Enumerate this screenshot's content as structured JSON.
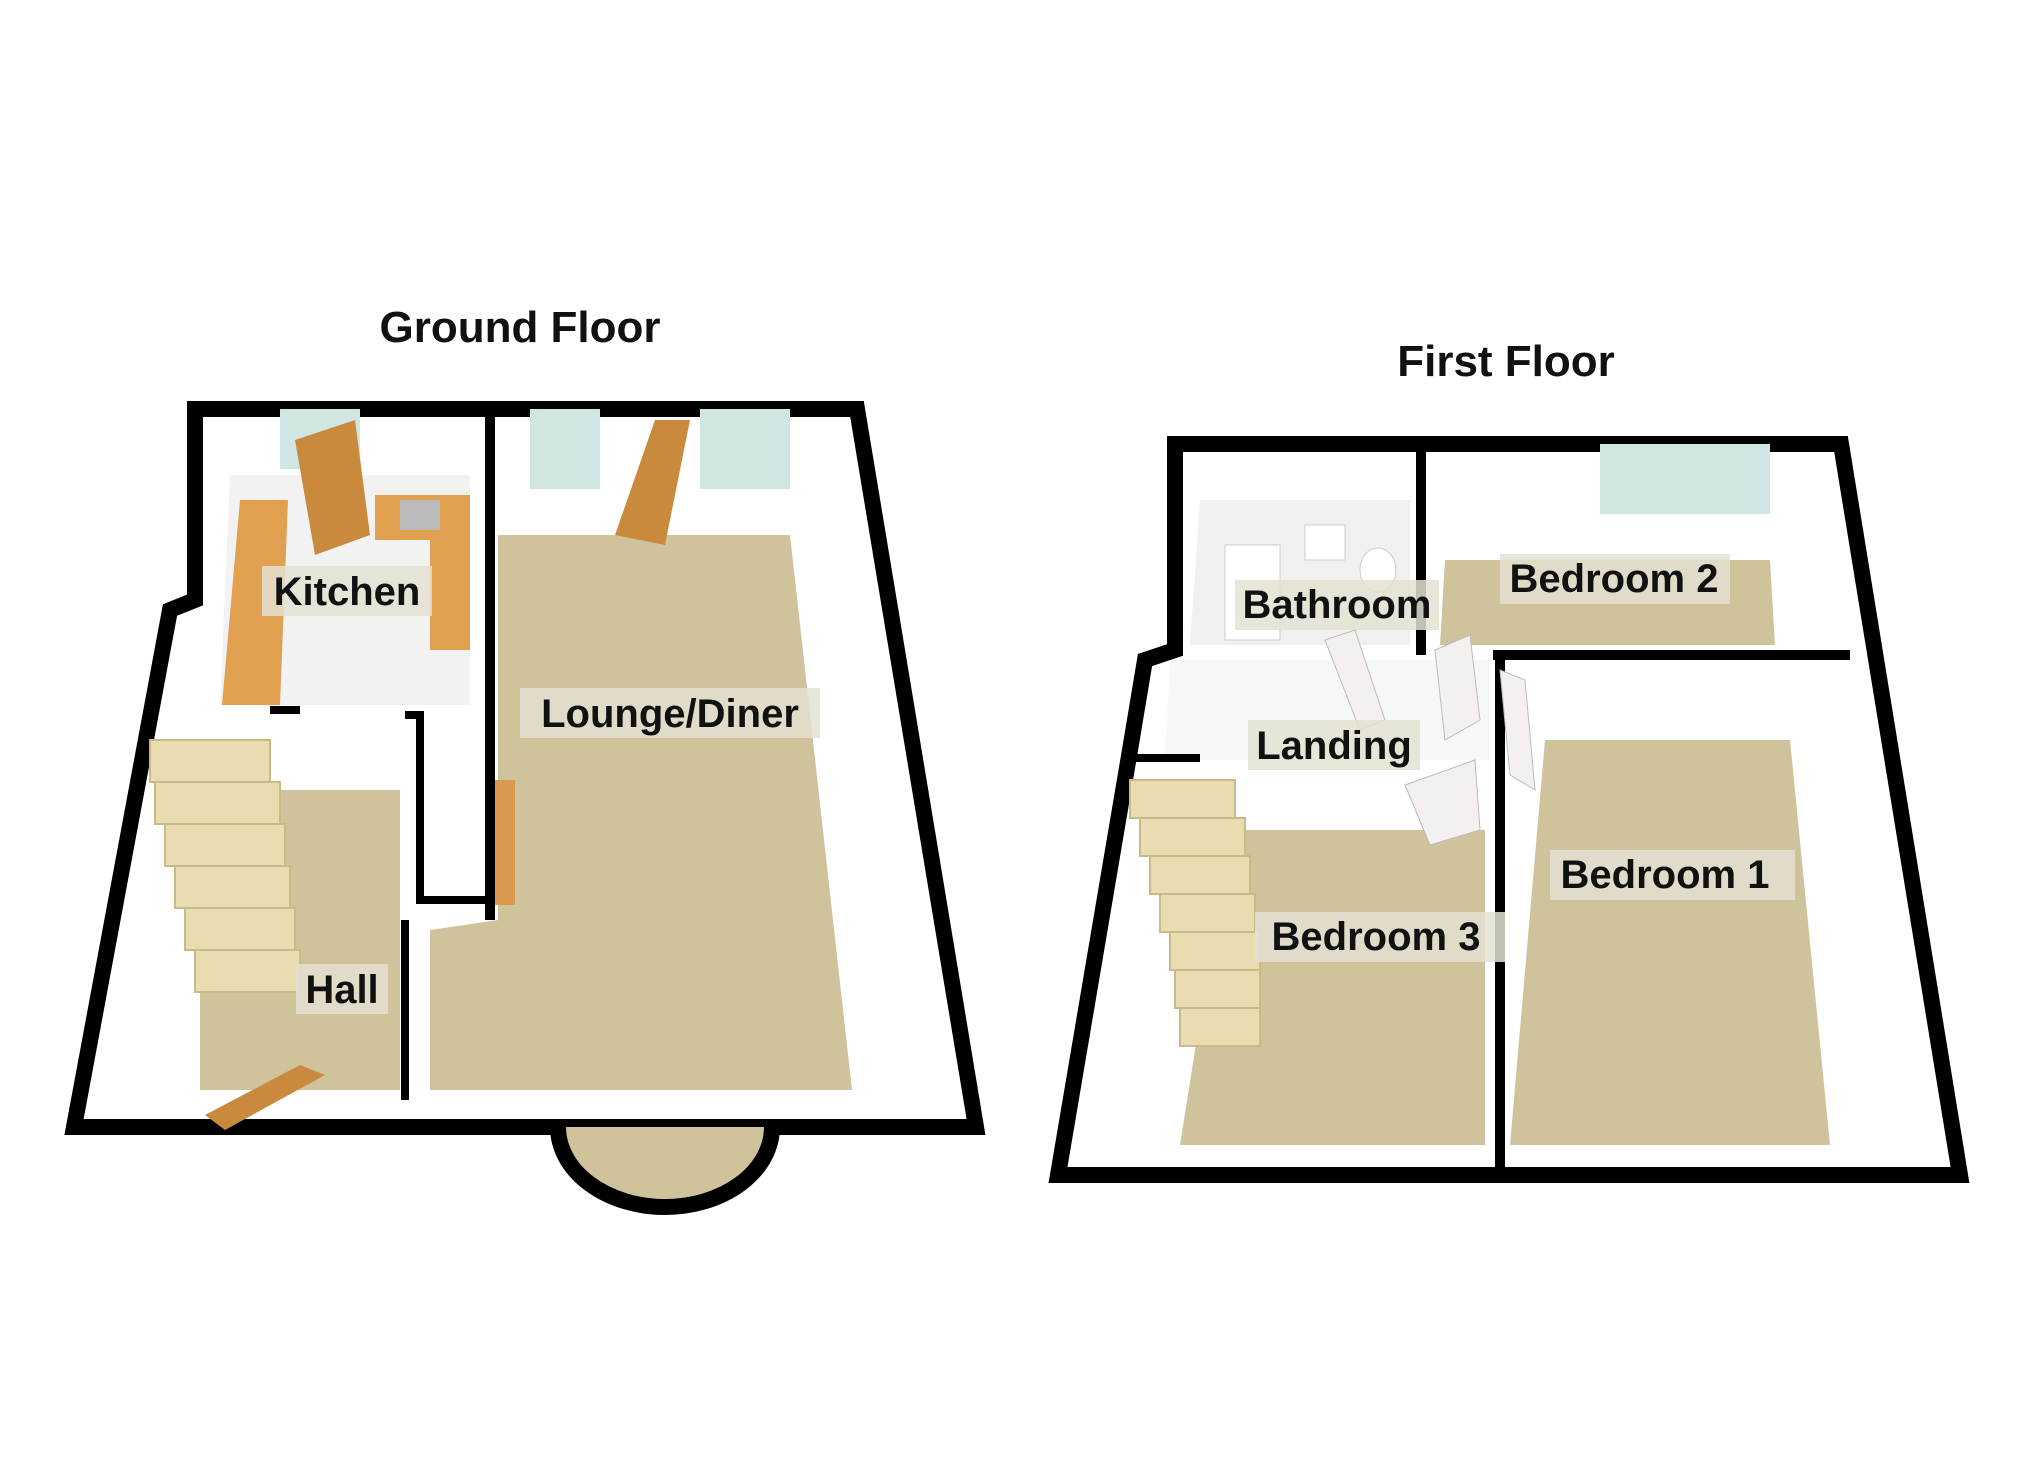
{
  "floors": [
    {
      "title": "Ground Floor",
      "rooms": [
        "Kitchen",
        "Lounge/Diner",
        "Hall"
      ]
    },
    {
      "title": "First Floor",
      "rooms": [
        "Bathroom",
        "Bedroom 2",
        "Landing",
        "Bedroom 1",
        "Bedroom 3"
      ]
    }
  ],
  "colors": {
    "wall": "#000000",
    "inner_wall": "#ffffff",
    "carpet": "#cfc39b",
    "worktop": "#e0a050",
    "door": "#c98a3e",
    "window": "#cfe6e2"
  }
}
